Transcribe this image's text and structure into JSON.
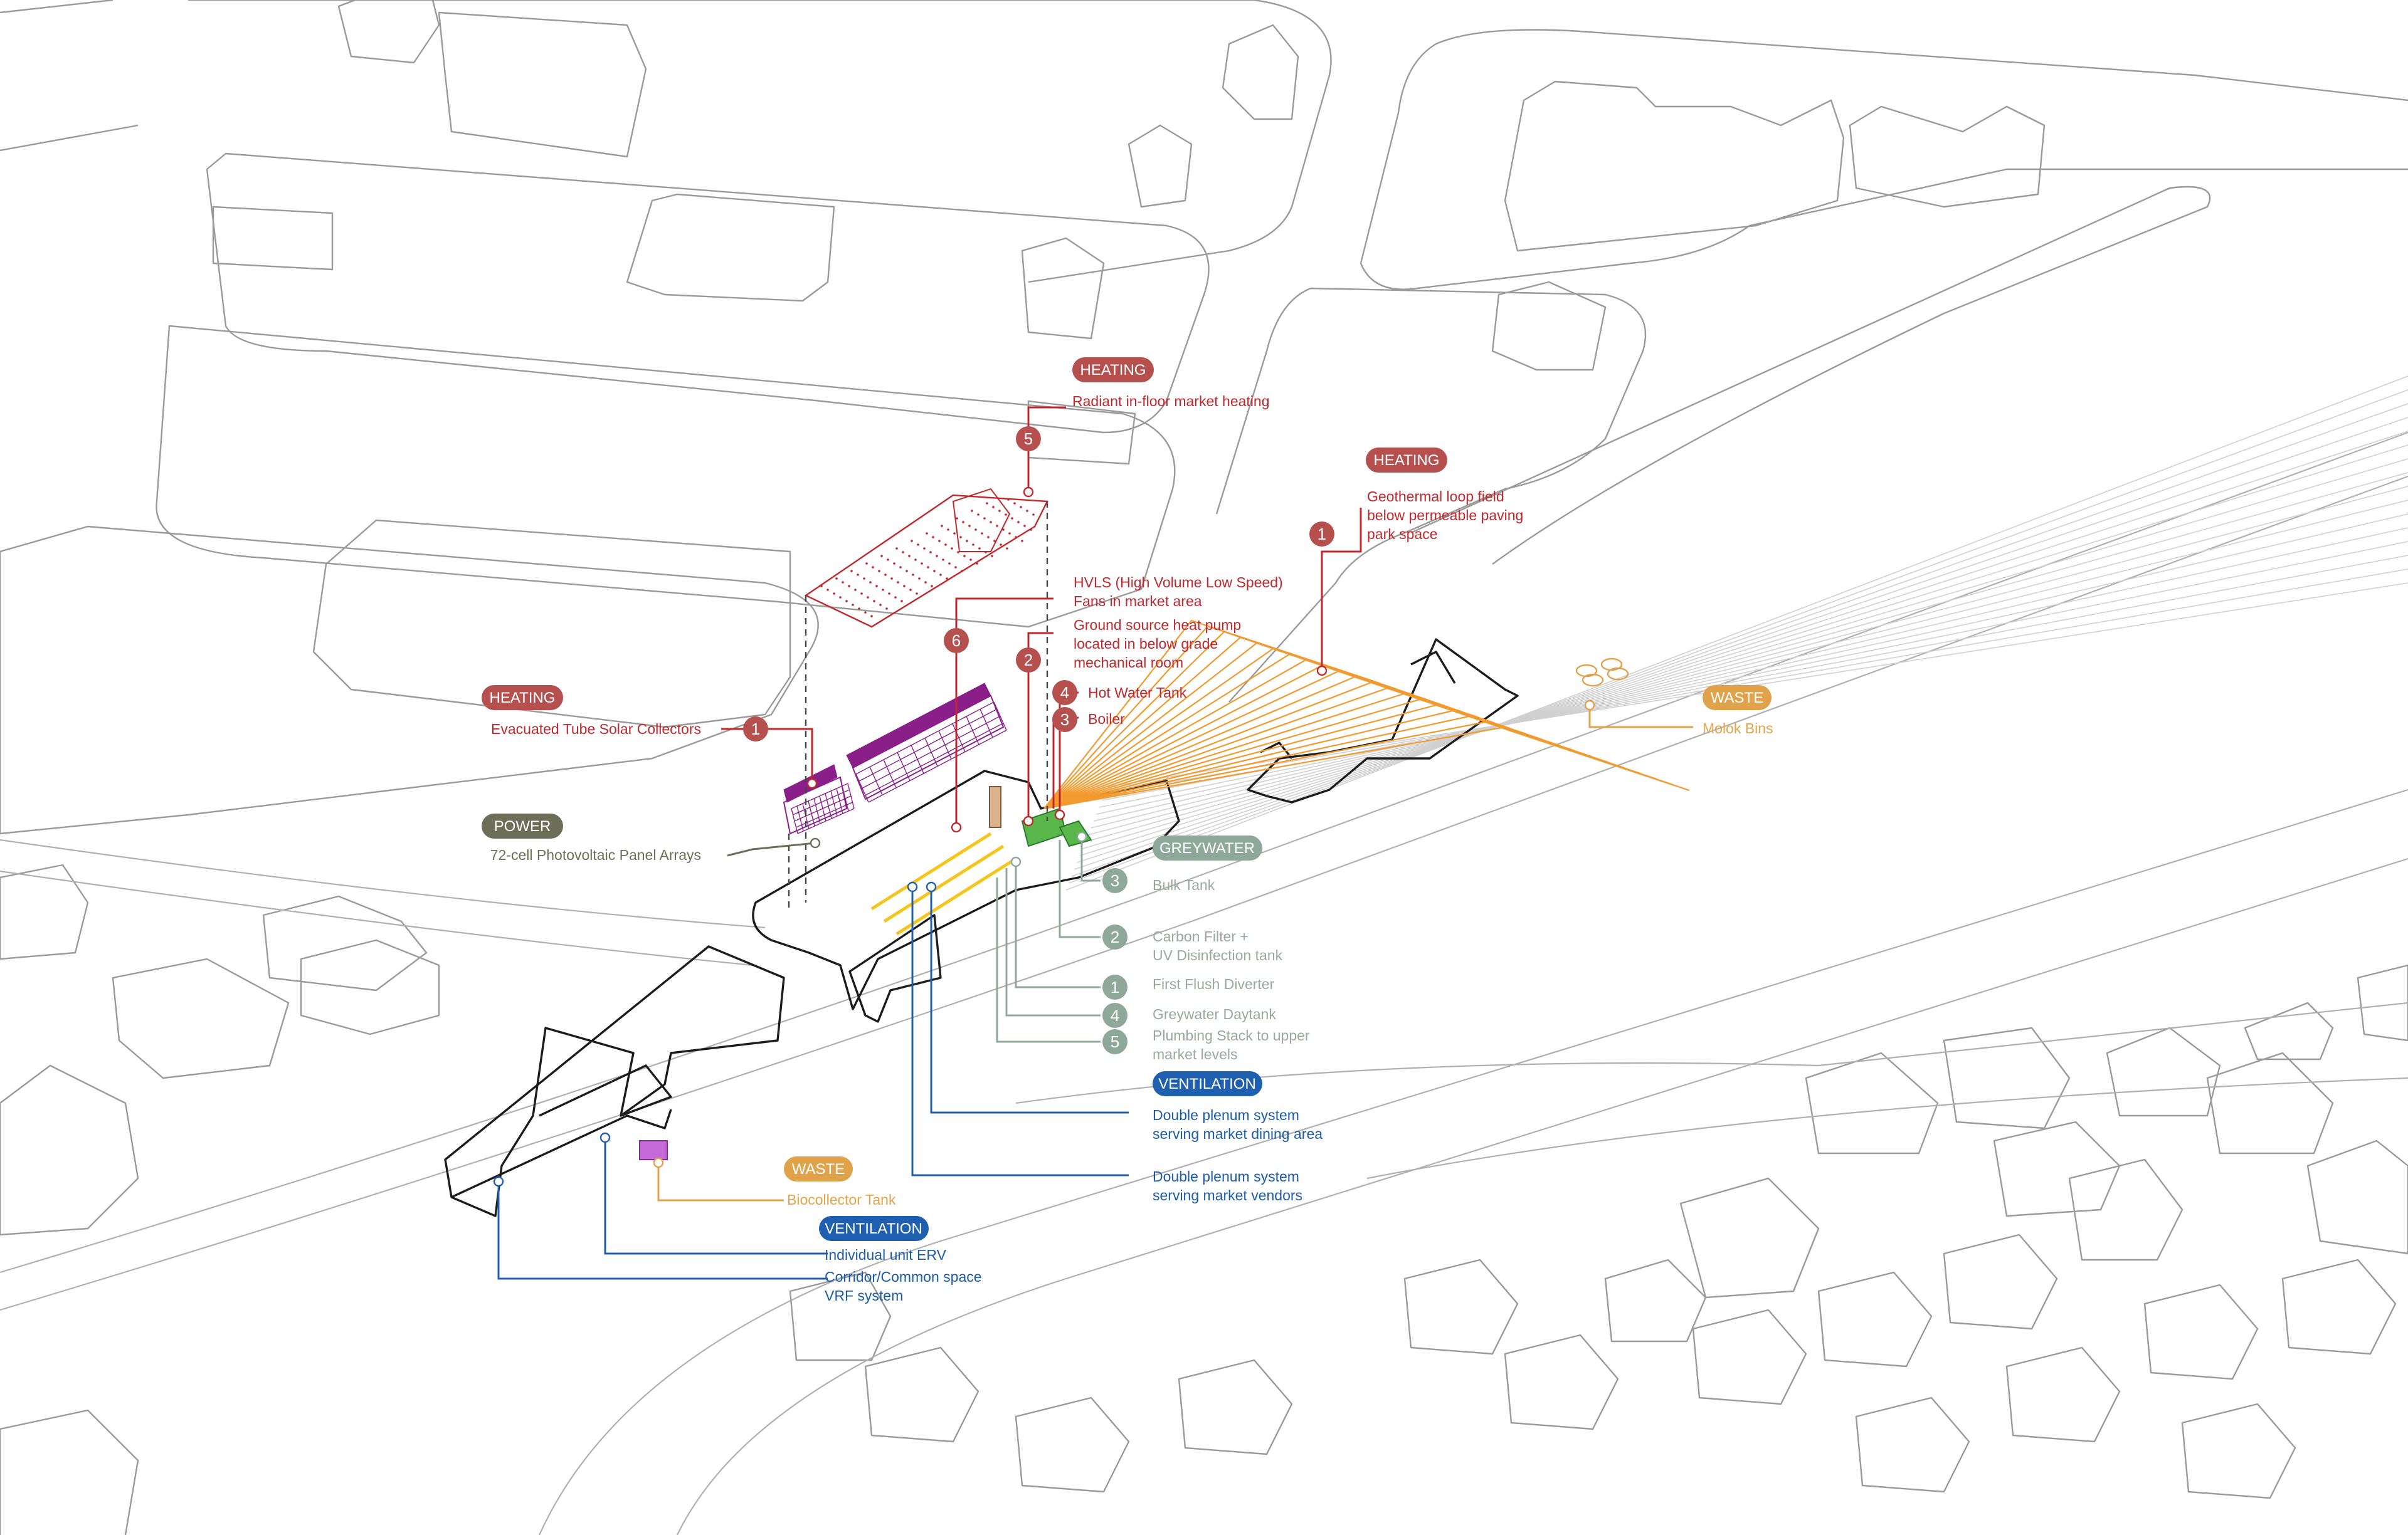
{
  "colors": {
    "heating": "#b5504f",
    "heating_text": "#c0282d",
    "power": "#6d6e57",
    "greywater": "#8ea89a",
    "greywater_text": "#9aa9a0",
    "ventilation": "#1f5fb0",
    "ventilation_text": "#1d5bad",
    "waste": "#e0a24a",
    "waste_text": "#e3a54b",
    "solar_collectors": "#8a1f8a",
    "geothermal": "#f39a2e",
    "plumbing": "#f5c51b",
    "biocollector": "#c66ad9",
    "green_equipment": "#58b64a",
    "context_lines": "#9a9a9a",
    "building_outline": "#1c1c1c"
  },
  "labels": {
    "heating_tag_a": "HEATING",
    "heating_tag_b": "HEATING",
    "heating_tag_c": "HEATING",
    "power_tag": "POWER",
    "greywater_tag": "GREYWATER",
    "ventilation_tag_a": "VENTILATION",
    "ventilation_tag_b": "VENTILATION",
    "waste_tag_a": "WASTE",
    "waste_tag_b": "WASTE"
  },
  "callouts": {
    "radiant_num": "5",
    "radiant": "Radiant in-floor market heating",
    "geothermal_num": "1",
    "geothermal_1": "Geothermal loop field",
    "geothermal_2": "below permeable paving",
    "geothermal_3": "park space",
    "hvls_num": "6",
    "hvls_1": "HVLS (High Volume Low Speed)",
    "hvls_2": "Fans in market area",
    "heat_pump_num": "2",
    "heat_pump_1": "Ground source heat pump",
    "heat_pump_2": "located in below grade",
    "heat_pump_3": "mechanical room",
    "hot_water_num": "4",
    "hot_water": "Hot Water Tank",
    "boiler_num": "3",
    "boiler": "Boiler",
    "solar_num": "1",
    "solar": "Evacuated Tube Solar Collectors",
    "pv": "72-cell Photovoltaic Panel Arrays",
    "molok": "Molok Bins",
    "bulk_num": "3",
    "bulk": "Bulk Tank",
    "carbon_num": "2",
    "carbon_1": "Carbon Filter +",
    "carbon_2": "UV Disinfection tank",
    "flush_num": "1",
    "flush": "First Flush Diverter",
    "daytank_num": "4",
    "daytank": "Greywater Daytank",
    "stack_num": "5",
    "stack_1": "Plumbing Stack to upper",
    "stack_2": "market levels",
    "dining_1": "Double plenum system",
    "dining_2": "serving market dining area",
    "vendors_1": "Double plenum system",
    "vendors_2": "serving market vendors",
    "biocollector": "Biocollector Tank",
    "erv": "Individual unit ERV",
    "vrf_1": "Corridor/Common space",
    "vrf_2": "VRF system"
  }
}
